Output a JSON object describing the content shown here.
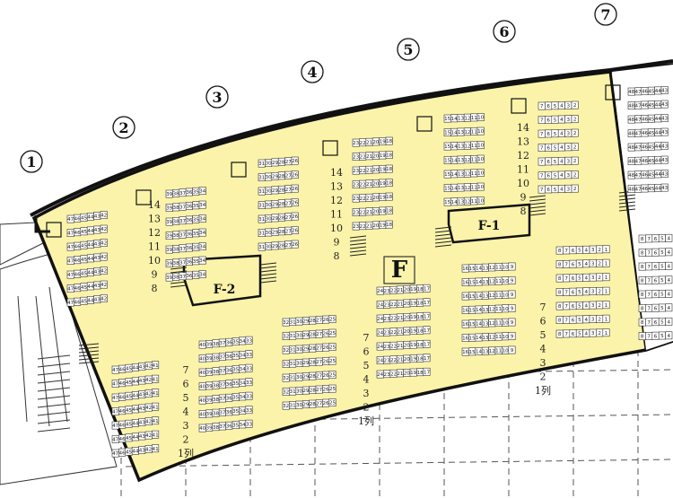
{
  "plan": {
    "section_label": "F",
    "sub_section_left": "F-2",
    "sub_section_right": "F-1",
    "row_suffix": "列",
    "column_markers": [
      "1",
      "2",
      "3",
      "4",
      "5",
      "6",
      "7"
    ],
    "colors": {
      "floor": "#fbf3a9",
      "wall": "#111111",
      "seat_fill": "#ffffff",
      "grid_line": "#555555"
    },
    "upper_rows_left": [
      "14",
      "13",
      "12",
      "11",
      "10",
      "9",
      "8"
    ],
    "upper_rows_center": [
      "14",
      "13",
      "12",
      "11",
      "10",
      "9",
      "8"
    ],
    "upper_rows_right": [
      "14",
      "13",
      "12",
      "11",
      "10",
      "9",
      "8"
    ],
    "lower_rows": [
      "7",
      "6",
      "5",
      "4",
      "3",
      "2",
      "1列"
    ],
    "blocks": {
      "b1": [
        "47",
        "46",
        "45",
        "44",
        "43",
        "42"
      ],
      "b2": [
        "39",
        "38",
        "37",
        "36",
        "35",
        "34"
      ],
      "b3": [
        "31",
        "30",
        "29",
        "28",
        "27",
        "26"
      ],
      "b4": [
        "23",
        "22",
        "21",
        "20",
        "19",
        "18"
      ],
      "b5": [
        "15",
        "14",
        "13",
        "12",
        "11",
        "10"
      ],
      "b6": [
        "7",
        "6",
        "5",
        "4",
        "3",
        "2"
      ],
      "b7": [
        "47",
        "46",
        "45",
        "44",
        "43",
        "42",
        "41"
      ],
      "b8": [
        "40",
        "39",
        "38",
        "37",
        "36",
        "35",
        "34",
        "33"
      ],
      "b9": [
        "32",
        "31",
        "30",
        "29",
        "28",
        "27",
        "26",
        "25"
      ],
      "b10": [
        "24",
        "23",
        "22",
        "21",
        "20",
        "19",
        "18",
        "17"
      ],
      "b11": [
        "16",
        "15",
        "14",
        "13",
        "12",
        "11",
        "10",
        "9"
      ],
      "b12": [
        "8",
        "7",
        "6",
        "5",
        "4",
        "3",
        "2",
        "1"
      ],
      "n1": [
        "48",
        "47",
        "46",
        "45",
        "44",
        "43"
      ]
    }
  }
}
